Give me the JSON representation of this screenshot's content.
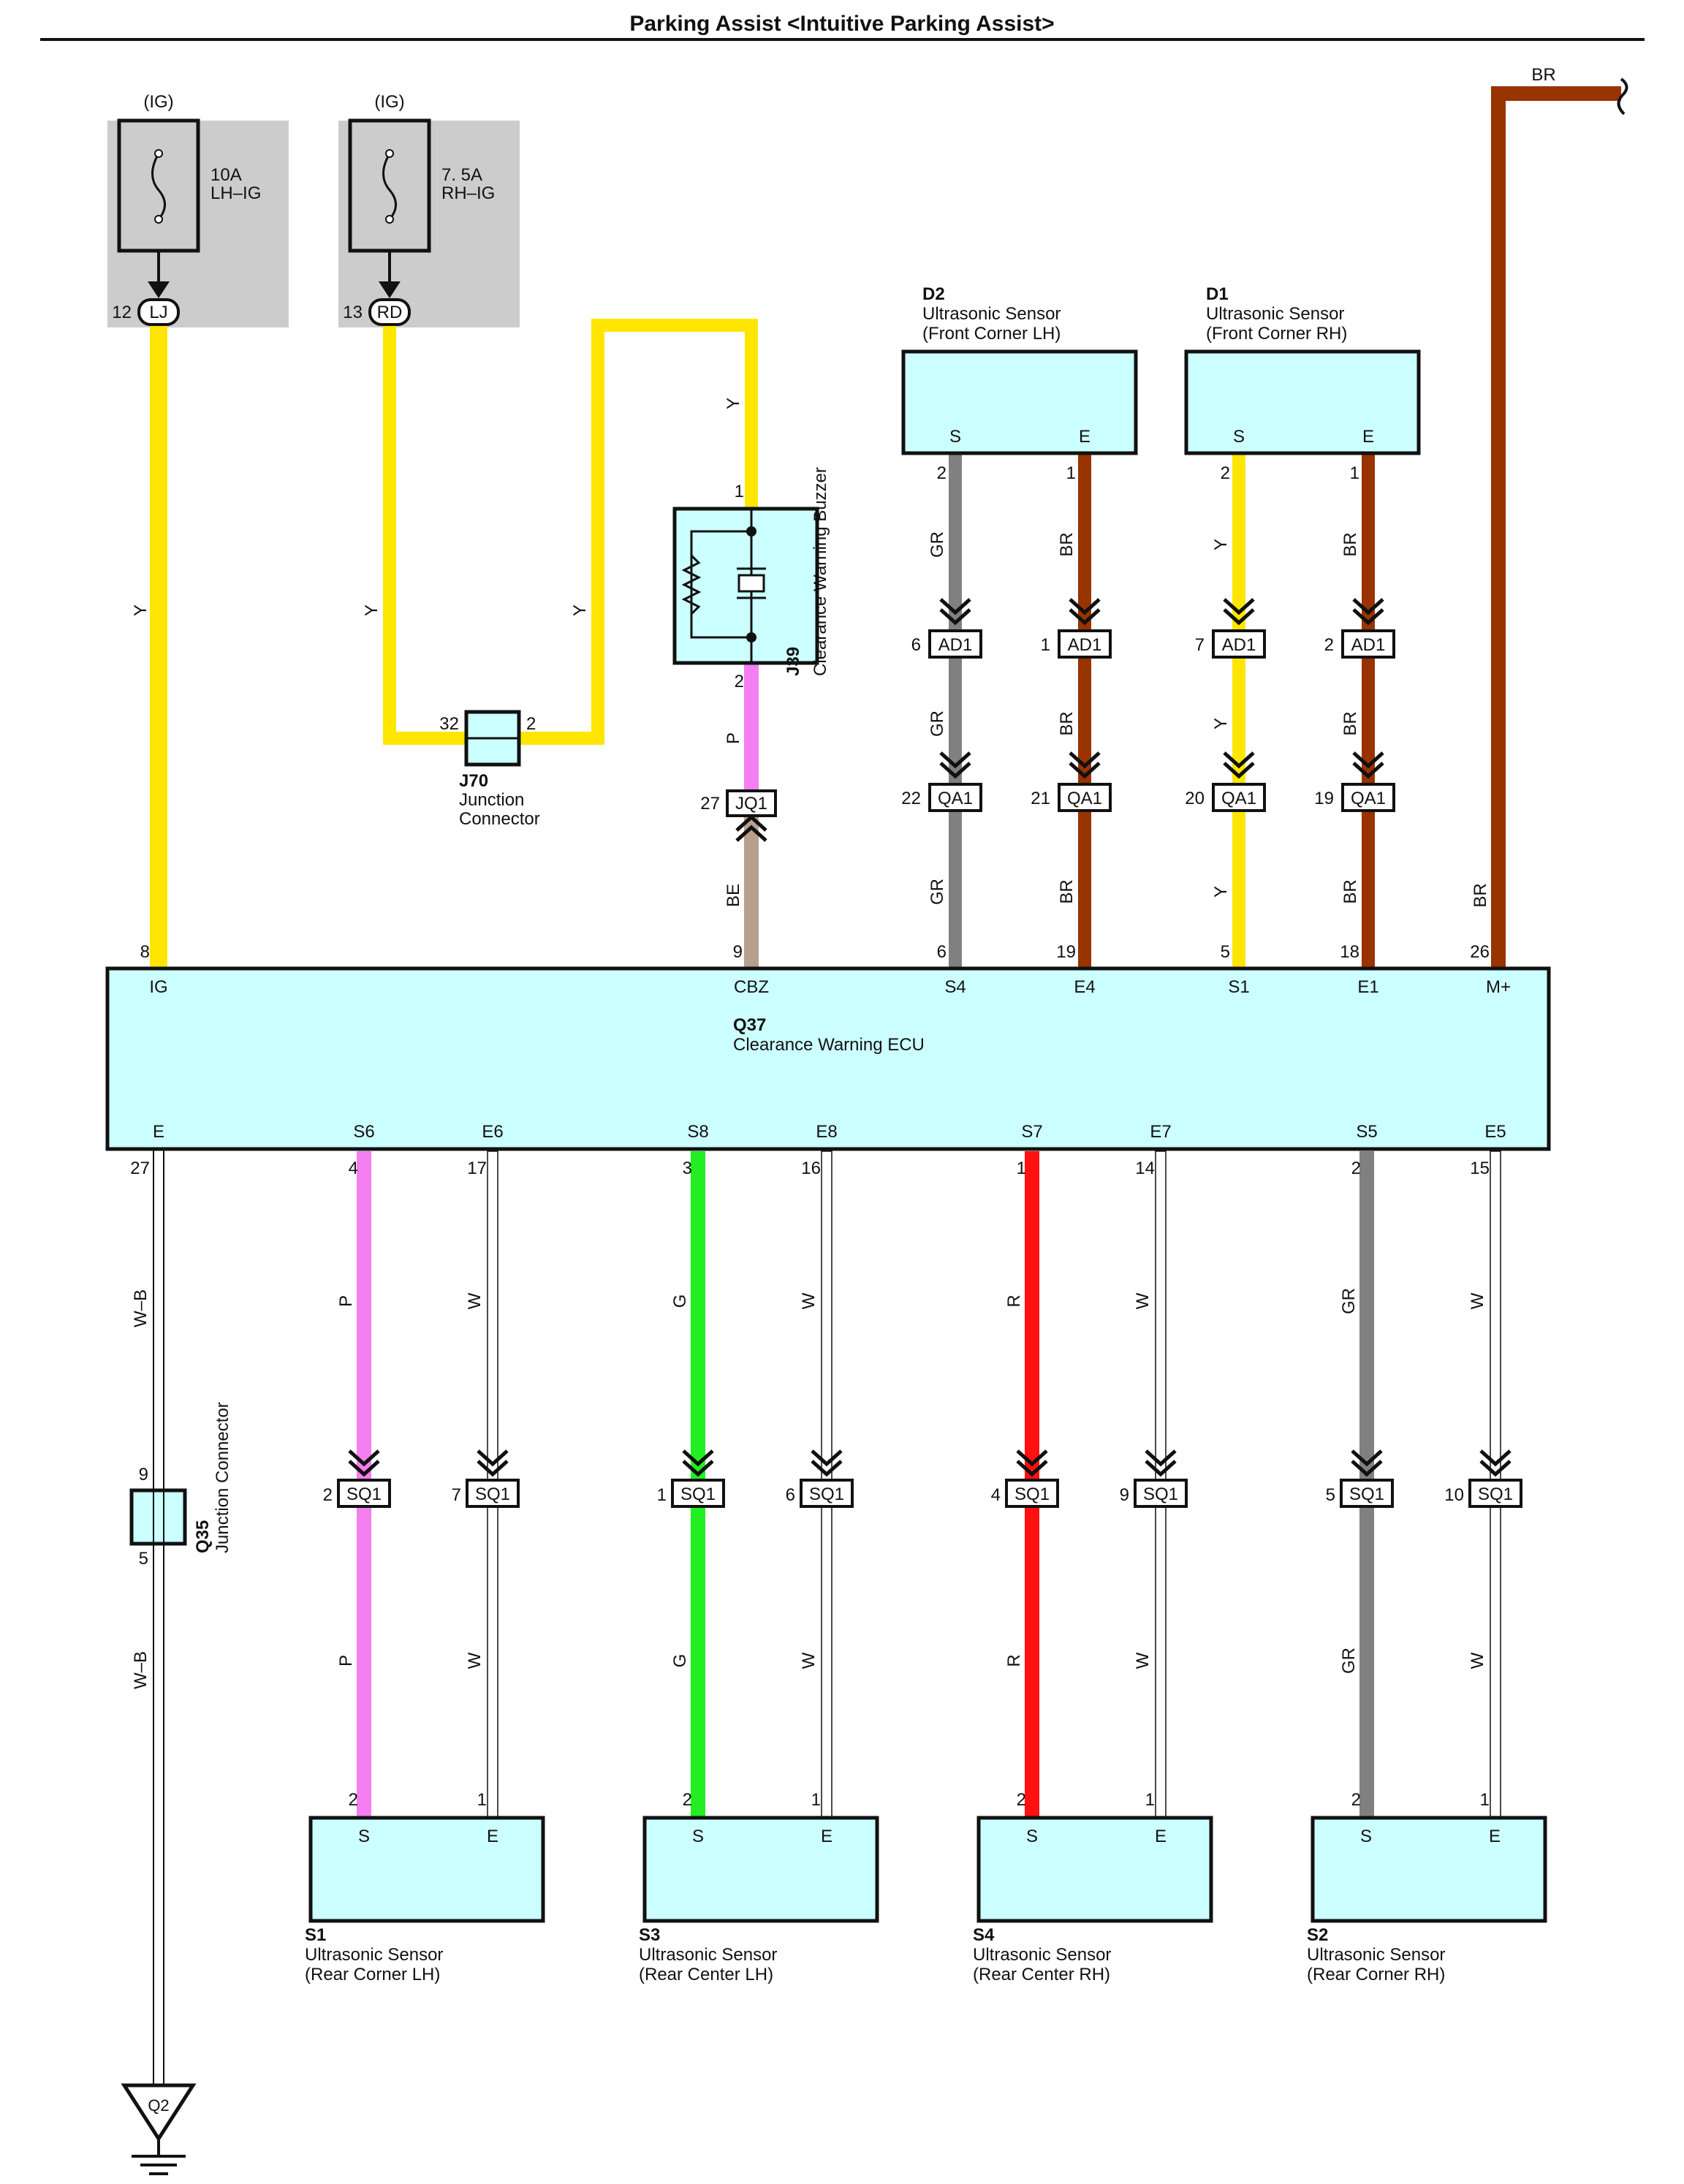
{
  "title": "Parking Assist <Intuitive Parking Assist>",
  "colors": {
    "Y": "#ffe600",
    "P": "#f57ef0",
    "BE": "#b8a08c",
    "GR": "#808080",
    "BR": "#993300",
    "G": "#22ee22",
    "R": "#ff1111",
    "W": "#ffffff",
    "WB": "#ffffff",
    "box_fill": "#ccffff",
    "fuse_bg": "#cccccc",
    "outline": "#111111"
  },
  "fuses": [
    {
      "ig": "(IG)",
      "rating": "10A",
      "name": "LH–IG",
      "pin": "12",
      "conn": "LJ"
    },
    {
      "ig": "(IG)",
      "rating": "7. 5A",
      "name": "RH–IG",
      "pin": "13",
      "conn": "RD"
    }
  ],
  "j70": {
    "id": "J70",
    "line1": "Junction",
    "line2": "Connector",
    "pin_left": "32",
    "pin_right": "2"
  },
  "buzzer": {
    "id": "J39",
    "name": "Clearance Warning Buzzer",
    "pin_top": "1",
    "pin_bottom": "2"
  },
  "jq1": {
    "conn": "JQ1",
    "pin": "27"
  },
  "top_sensors": [
    {
      "id": "D2",
      "line1": "Ultrasonic Sensor",
      "line2": "(Front Corner LH)",
      "s": "S",
      "e": "E",
      "pin_s": "2",
      "pin_e": "1"
    },
    {
      "id": "D1",
      "line1": "Ultrasonic Sensor",
      "line2": "(Front Corner RH)",
      "s": "S",
      "e": "E",
      "pin_s": "2",
      "pin_e": "1"
    }
  ],
  "top_wires": [
    {
      "code": "GR",
      "ad1_pin": "6",
      "qa1_pin": "22",
      "ecu_pin": "6",
      "ecu_label": "S4"
    },
    {
      "code": "BR",
      "ad1_pin": "1",
      "qa1_pin": "21",
      "ecu_pin": "19",
      "ecu_label": "E4"
    },
    {
      "code": "Y",
      "ad1_pin": "7",
      "qa1_pin": "20",
      "ecu_pin": "5",
      "ecu_label": "S1"
    },
    {
      "code": "BR",
      "ad1_pin": "2",
      "qa1_pin": "19",
      "ecu_pin": "18",
      "ecu_label": "E1"
    }
  ],
  "connectors": {
    "ad1": "AD1",
    "qa1": "QA1",
    "sq1": "SQ1"
  },
  "ecu": {
    "id": "Q37",
    "name": "Clearance Warning ECU",
    "ig_pin": "8",
    "ig_label": "IG",
    "cbz_pin": "9",
    "cbz_label": "CBZ",
    "m_pin": "26",
    "m_label": "M+",
    "e_pin": "27",
    "e_label": "E"
  },
  "wire_labels": {
    "y": "Y",
    "p": "P",
    "be": "BE",
    "br": "BR",
    "wb": "W–B"
  },
  "q35": {
    "id": "Q35",
    "name": "Junction Connector",
    "pin_top": "9",
    "pin_bottom": "5"
  },
  "ground": {
    "id": "Q2"
  },
  "bottom_wires": [
    {
      "ecu_label": "S6",
      "ecu_pin": "4",
      "code": "P",
      "sq1_pin": "2",
      "sensor_pin": "2"
    },
    {
      "ecu_label": "E6",
      "ecu_pin": "17",
      "code": "W",
      "sq1_pin": "7",
      "sensor_pin": "1"
    },
    {
      "ecu_label": "S8",
      "ecu_pin": "3",
      "code": "G",
      "sq1_pin": "1",
      "sensor_pin": "2"
    },
    {
      "ecu_label": "E8",
      "ecu_pin": "16",
      "code": "W",
      "sq1_pin": "6",
      "sensor_pin": "1"
    },
    {
      "ecu_label": "S7",
      "ecu_pin": "1",
      "code": "R",
      "sq1_pin": "4",
      "sensor_pin": "2"
    },
    {
      "ecu_label": "E7",
      "ecu_pin": "14",
      "code": "W",
      "sq1_pin": "9",
      "sensor_pin": "1"
    },
    {
      "ecu_label": "S5",
      "ecu_pin": "2",
      "code": "GR",
      "sq1_pin": "5",
      "sensor_pin": "2"
    },
    {
      "ecu_label": "E5",
      "ecu_pin": "15",
      "code": "W",
      "sq1_pin": "10",
      "sensor_pin": "1"
    }
  ],
  "bottom_sensors": [
    {
      "id": "S1",
      "line1": "Ultrasonic Sensor",
      "line2": "(Rear Corner LH)",
      "s": "S",
      "e": "E"
    },
    {
      "id": "S3",
      "line1": "Ultrasonic Sensor",
      "line2": "(Rear Center LH)",
      "s": "S",
      "e": "E"
    },
    {
      "id": "S4",
      "line1": "Ultrasonic Sensor",
      "line2": "(Rear Center RH)",
      "s": "S",
      "e": "E"
    },
    {
      "id": "S2",
      "line1": "Ultrasonic Sensor",
      "line2": "(Rear Corner RH)",
      "s": "S",
      "e": "E"
    }
  ]
}
